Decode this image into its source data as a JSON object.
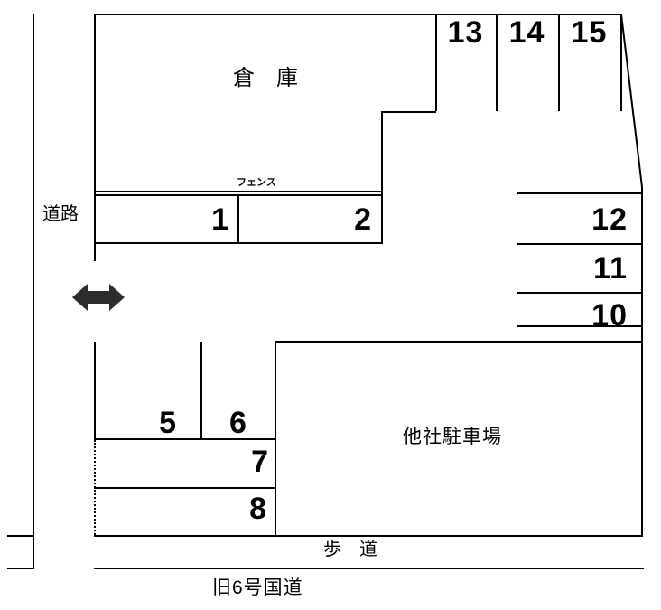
{
  "diagram": {
    "title_hint": "parking lot layout map",
    "background_color": "#ffffff",
    "line_color": "#000000",
    "arrow_color": "#2c2c2c"
  },
  "areas": {
    "warehouse": "倉　庫",
    "fence": "フェンス",
    "road": "道路",
    "other_parking": "他社駐車場",
    "sidewalk": "歩　道",
    "highway": "旧6号国道"
  },
  "icons": {
    "two_way_arrow": "left-right-double-arrow"
  },
  "spaces": [
    {
      "num": "1"
    },
    {
      "num": "2"
    },
    {
      "num": "5"
    },
    {
      "num": "6"
    },
    {
      "num": "7"
    },
    {
      "num": "8"
    },
    {
      "num": "10"
    },
    {
      "num": "11"
    },
    {
      "num": "12"
    },
    {
      "num": "13"
    },
    {
      "num": "14"
    },
    {
      "num": "15"
    }
  ]
}
